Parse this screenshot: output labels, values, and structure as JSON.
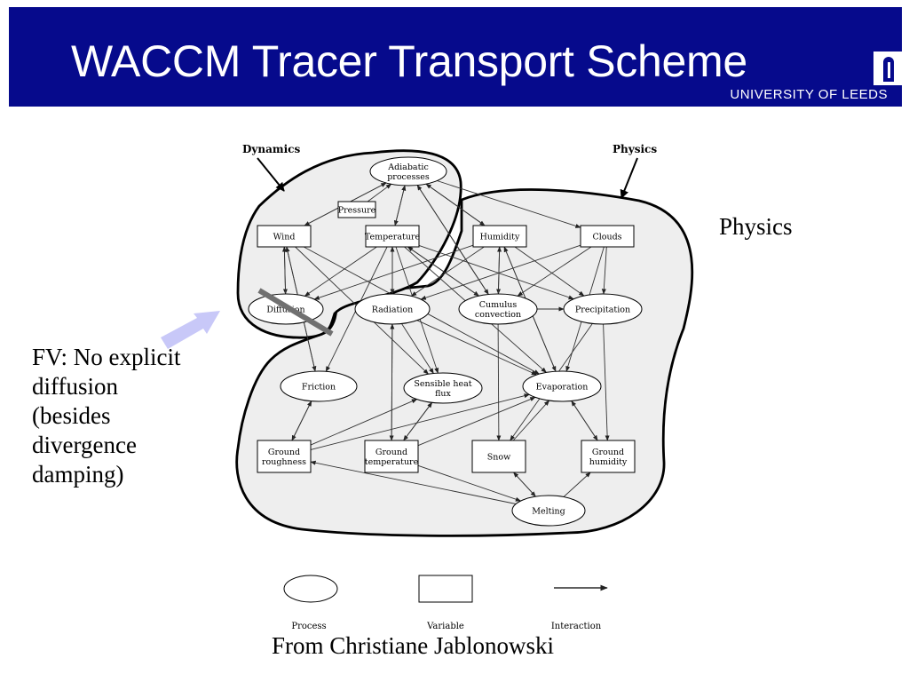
{
  "slide": {
    "title": "WACCM Tracer Transport Scheme",
    "logo_text": "UNIVERSITY OF LEEDS",
    "side_label": "Physics",
    "note_lines": [
      "FV: No explicit",
      "diffusion",
      "(besides",
      "divergence",
      "damping)"
    ],
    "credit": "From Christiane Jablonowski"
  },
  "colors": {
    "title_bar": "#060a8c",
    "title_text": "#ffffff",
    "region_fill": "#eeeeee",
    "highlight_arrow": "#c8c8f8",
    "strike_bar": "#707070"
  },
  "diagram": {
    "regions": {
      "dynamics": "Dynamics",
      "physics": "Physics"
    },
    "nodes": {
      "adiabatic": {
        "kind": "process",
        "lines": [
          "Adiabatic",
          "processes"
        ]
      },
      "pressure": {
        "kind": "variable",
        "lines": [
          "Pressure"
        ]
      },
      "wind": {
        "kind": "variable",
        "lines": [
          "Wind"
        ]
      },
      "temperature": {
        "kind": "variable",
        "lines": [
          "Temperature"
        ]
      },
      "humidity": {
        "kind": "variable",
        "lines": [
          "Humidity"
        ]
      },
      "clouds": {
        "kind": "variable",
        "lines": [
          "Clouds"
        ]
      },
      "diffusion": {
        "kind": "process",
        "lines": [
          "Diffusion"
        ]
      },
      "radiation": {
        "kind": "process",
        "lines": [
          "Radiation"
        ]
      },
      "cumulus": {
        "kind": "process",
        "lines": [
          "Cumulus",
          "convection"
        ]
      },
      "precipitation": {
        "kind": "process",
        "lines": [
          "Precipitation"
        ]
      },
      "friction": {
        "kind": "process",
        "lines": [
          "Friction"
        ]
      },
      "sensible_heat": {
        "kind": "process",
        "lines": [
          "Sensible heat",
          "flux"
        ]
      },
      "evaporation": {
        "kind": "process",
        "lines": [
          "Evaporation"
        ]
      },
      "ground_roughness": {
        "kind": "variable",
        "lines": [
          "Ground",
          "roughness"
        ]
      },
      "ground_temperature": {
        "kind": "variable",
        "lines": [
          "Ground",
          "temperature"
        ]
      },
      "snow": {
        "kind": "variable",
        "lines": [
          "Snow"
        ]
      },
      "ground_humidity": {
        "kind": "variable",
        "lines": [
          "Ground",
          "humidity"
        ]
      },
      "melting": {
        "kind": "process",
        "lines": [
          "Melting"
        ]
      }
    },
    "edges": [
      [
        "adiabatic",
        "wind"
      ],
      [
        "wind",
        "adiabatic"
      ],
      [
        "adiabatic",
        "temperature"
      ],
      [
        "temperature",
        "adiabatic"
      ],
      [
        "pressure",
        "adiabatic"
      ],
      [
        "adiabatic",
        "humidity"
      ],
      [
        "humidity",
        "adiabatic"
      ],
      [
        "adiabatic",
        "clouds"
      ],
      [
        "adiabatic",
        "cumulus"
      ],
      [
        "cumulus",
        "adiabatic"
      ],
      [
        "wind",
        "diffusion"
      ],
      [
        "diffusion",
        "wind"
      ],
      [
        "temperature",
        "diffusion"
      ],
      [
        "humidity",
        "diffusion"
      ],
      [
        "wind",
        "friction"
      ],
      [
        "friction",
        "wind"
      ],
      [
        "wind",
        "sensible_heat"
      ],
      [
        "wind",
        "evaporation"
      ],
      [
        "temperature",
        "radiation"
      ],
      [
        "temperature",
        "cumulus"
      ],
      [
        "cumulus",
        "temperature"
      ],
      [
        "temperature",
        "precipitation"
      ],
      [
        "temperature",
        "friction"
      ],
      [
        "temperature",
        "sensible_heat"
      ],
      [
        "temperature",
        "evaporation"
      ],
      [
        "humidity",
        "radiation"
      ],
      [
        "humidity",
        "cumulus"
      ],
      [
        "cumulus",
        "humidity"
      ],
      [
        "humidity",
        "precipitation"
      ],
      [
        "humidity",
        "evaporation"
      ],
      [
        "clouds",
        "radiation"
      ],
      [
        "clouds",
        "cumulus"
      ],
      [
        "clouds",
        "precipitation"
      ],
      [
        "clouds",
        "evaporation"
      ],
      [
        "radiation",
        "temperature"
      ],
      [
        "radiation",
        "sensible_heat"
      ],
      [
        "radiation",
        "evaporation"
      ],
      [
        "radiation",
        "ground_temperature"
      ],
      [
        "ground_temperature",
        "radiation"
      ],
      [
        "cumulus",
        "precipitation"
      ],
      [
        "precipitation",
        "snow"
      ],
      [
        "precipitation",
        "ground_humidity"
      ],
      [
        "cumulus",
        "snow"
      ],
      [
        "friction",
        "ground_roughness"
      ],
      [
        "ground_roughness",
        "friction"
      ],
      [
        "sensible_heat",
        "ground_temperature"
      ],
      [
        "ground_temperature",
        "sensible_heat"
      ],
      [
        "ground_roughness",
        "sensible_heat"
      ],
      [
        "ground_roughness",
        "evaporation"
      ],
      [
        "ground_temperature",
        "evaporation"
      ],
      [
        "snow",
        "evaporation"
      ],
      [
        "evaporation",
        "ground_humidity"
      ],
      [
        "ground_humidity",
        "evaporation"
      ],
      [
        "evaporation",
        "humidity"
      ],
      [
        "ground_temperature",
        "melting"
      ],
      [
        "snow",
        "melting"
      ],
      [
        "melting",
        "snow"
      ],
      [
        "melting",
        "ground_humidity"
      ],
      [
        "melting",
        "ground_roughness"
      ]
    ],
    "legend": {
      "process": "Process",
      "variable": "Variable",
      "interaction": "Interaction"
    }
  }
}
